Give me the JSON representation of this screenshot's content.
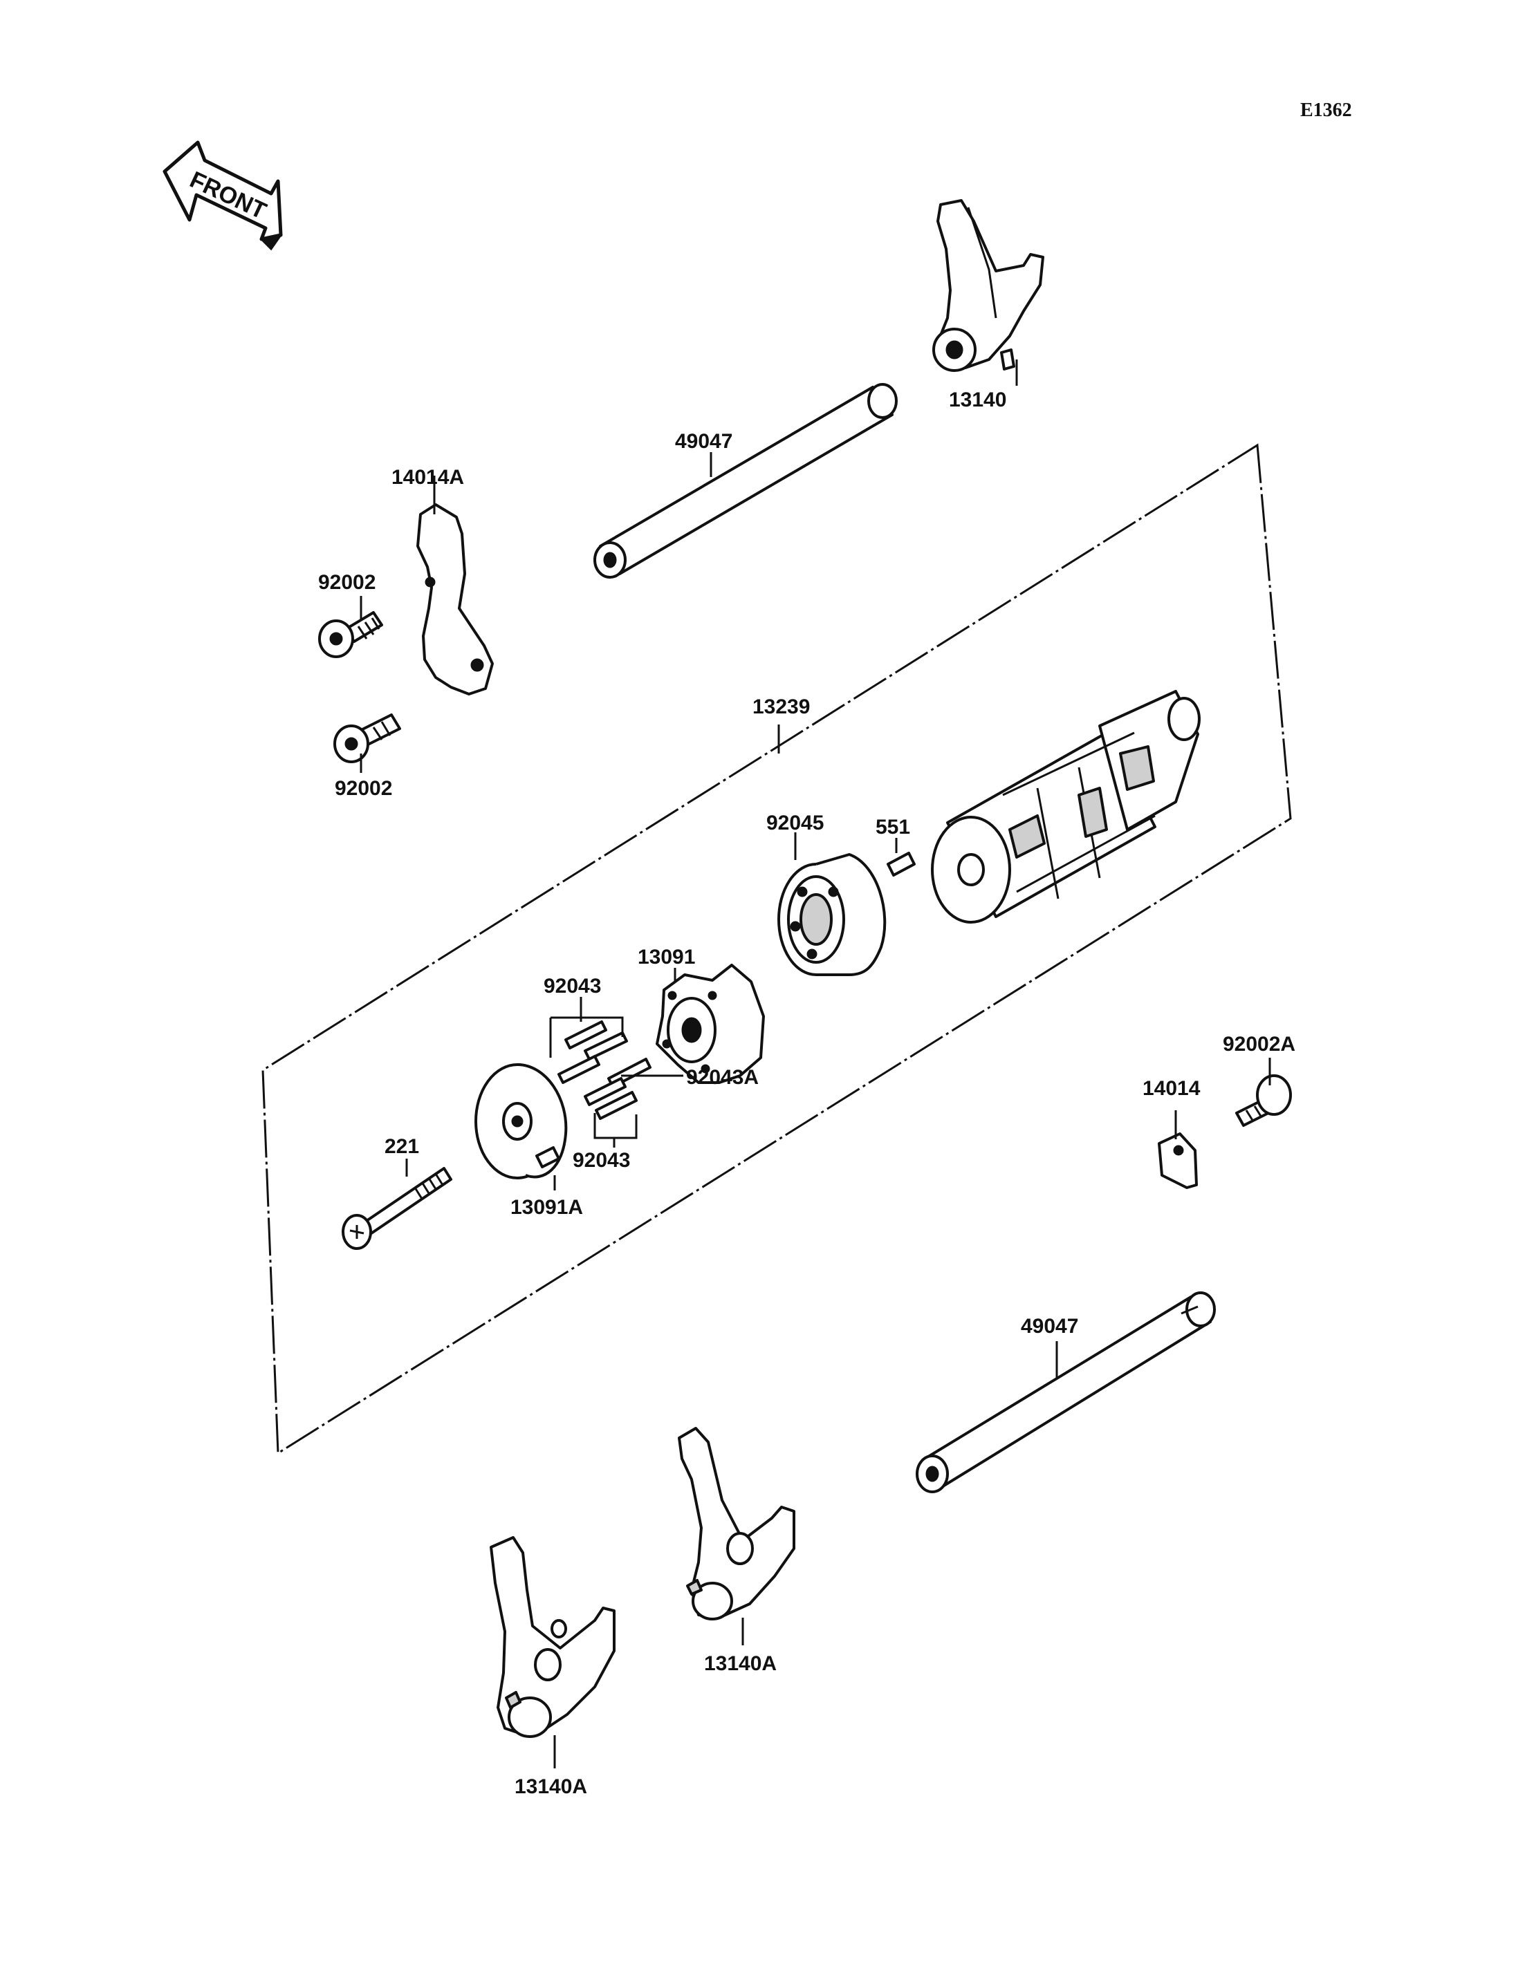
{
  "diagram_code": "E1362",
  "front_arrow": {
    "text": "FRONT",
    "icon": "front-arrow-icon"
  },
  "labels": {
    "l_49047_top": "49047",
    "l_13140": "13140",
    "l_14014A": "14014A",
    "l_92002_a": "92002",
    "l_92002_b": "92002",
    "l_13239": "13239",
    "l_92045": "92045",
    "l_551": "551",
    "l_13091": "13091",
    "l_92043_a": "92043",
    "l_92043A": "92043A",
    "l_92043_b": "92043",
    "l_221": "221",
    "l_13091A": "13091A",
    "l_92002A": "92002A",
    "l_14014": "14014",
    "l_49047_bottom": "49047",
    "l_13140A_mid": "13140A",
    "l_13140A_bot": "13140A"
  }
}
